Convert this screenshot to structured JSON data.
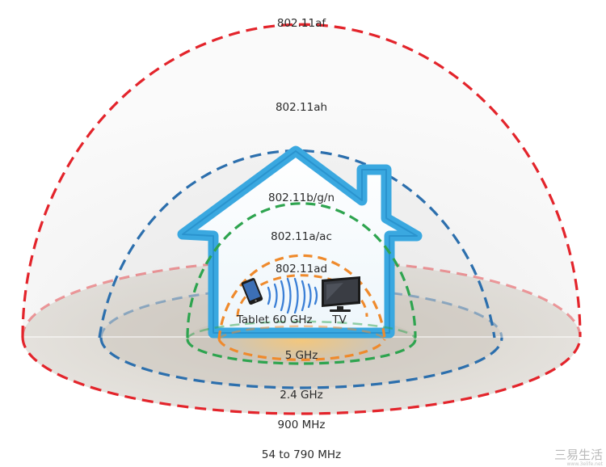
{
  "diagram": {
    "band_labels": {
      "af": "802.11af",
      "ah": "802.11ah",
      "bgn": "802.11b/g/n",
      "aac": "802.11a/ac",
      "ad": "802.11ad"
    },
    "frequency_labels": {
      "ad": "60 GHz",
      "aac": "5 GHz",
      "bgn": "2.4 GHz",
      "ah": "900 MHz",
      "af": "54 to 790 MHz"
    },
    "device_labels": {
      "tablet": "Tablet",
      "tv": "TV"
    },
    "watermark": "三易生活",
    "watermark_sub": "www.3elife.net",
    "colors": {
      "af": "#e3242b",
      "ah": "#2c6fad",
      "bgn": "#2ea44f",
      "aac": "#ef8a2c",
      "ad": "#ef8a2c",
      "house": "#3aa8e0",
      "waves": "#3b7fd6"
    },
    "icons": [
      "tablet-icon",
      "tv-icon",
      "wifi-waves-icon",
      "house-icon"
    ]
  }
}
